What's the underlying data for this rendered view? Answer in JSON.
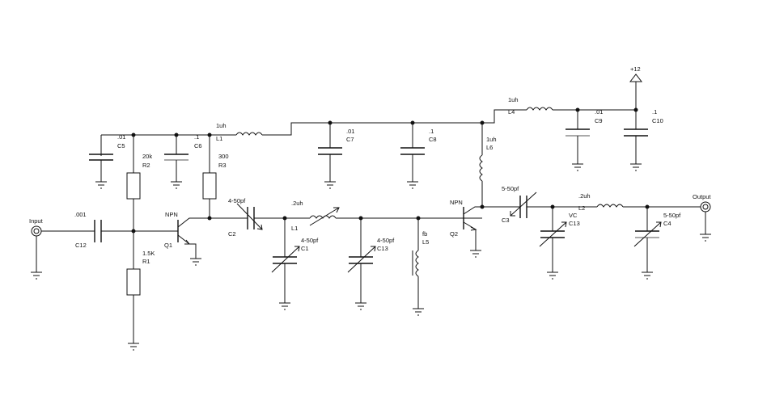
{
  "diagram": {
    "type": "RF amplifier schematic",
    "supply": {
      "label": "+12"
    },
    "ports": {
      "input": {
        "label": "Input"
      },
      "output": {
        "label": "Output"
      }
    },
    "components": {
      "C12": {
        "ref": "C12",
        "value": ".001"
      },
      "C5": {
        "ref": "C5",
        "value": ".01"
      },
      "C6": {
        "ref": "C6",
        "value": ".1"
      },
      "R2": {
        "ref": "R2",
        "value": "20k"
      },
      "R1": {
        "ref": "R1",
        "value": "1.5K"
      },
      "R3": {
        "ref": "R3",
        "value": "300"
      },
      "L1a": {
        "ref": "L1",
        "value": "1uh"
      },
      "Q1": {
        "ref": "Q1",
        "type": "NPN"
      },
      "C2": {
        "ref": "C2",
        "value": "4-50pf"
      },
      "L1b": {
        "ref": "L1",
        "value": ".2uh"
      },
      "C1": {
        "ref": "C1",
        "value": "4-50pf"
      },
      "C13a": {
        "ref": "C13",
        "value": "4-50pf"
      },
      "L5": {
        "ref": "L5",
        "value": "fb"
      },
      "C7": {
        "ref": "C7",
        "value": ".01"
      },
      "C8": {
        "ref": "C8",
        "value": ".1"
      },
      "L6": {
        "ref": "L6",
        "value": "1uh"
      },
      "L4": {
        "ref": "L4",
        "value": "1uh"
      },
      "C9": {
        "ref": "C9",
        "value": ".01"
      },
      "C10": {
        "ref": "C10",
        "value": ".1"
      },
      "Q2": {
        "ref": "Q2",
        "type": "NPN"
      },
      "C3": {
        "ref": "C3",
        "value": "5-50pf"
      },
      "C13b": {
        "ref": "C13",
        "value": "VC"
      },
      "L2": {
        "ref": "L2",
        "value": ".2uh"
      },
      "C4": {
        "ref": "C4",
        "value": "5-50pf"
      }
    }
  }
}
